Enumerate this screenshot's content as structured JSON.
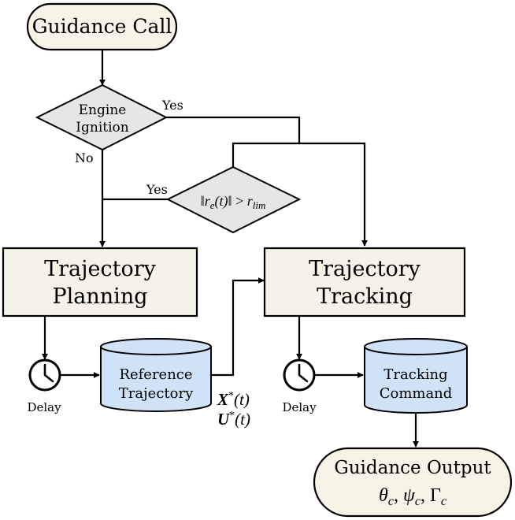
{
  "nodes": {
    "guidance_call": "Guidance Call",
    "engine_ignition_line1": "Engine",
    "engine_ignition_line2": "Ignition",
    "condition": {
      "norm_open": "‖",
      "r": "r",
      "r_sub": "e",
      "t_part": "(t)",
      "norm_close": "‖",
      "gt": " > ",
      "r2": "r",
      "lim_sub": "lim"
    },
    "trajectory_planning_line1": "Trajectory",
    "trajectory_planning_line2": "Planning",
    "trajectory_tracking_line1": "Trajectory",
    "trajectory_tracking_line2": "Tracking",
    "reference_trajectory_line1": "Reference",
    "reference_trajectory_line2": "Trajectory",
    "tracking_command_line1": "Tracking",
    "tracking_command_line2": "Command",
    "guidance_output_line1": "Guidance Output",
    "guidance_output_math": {
      "theta": "θ",
      "psi": "ψ",
      "gamma": "Γ",
      "sub": "c",
      "comma": ", "
    }
  },
  "labels": {
    "yes_engine": "Yes",
    "no_engine": "No",
    "yes_condition": "Yes",
    "delay_left": "Delay",
    "delay_right": "Delay",
    "x_star": "X",
    "u_star": "U",
    "star": "*",
    "t_arg": "(t)"
  },
  "colors": {
    "terminal_fill": "#f7f3e6",
    "decision_fill": "#e6e6e6",
    "process_fill": "#f5f2e8",
    "storage_fill": "#cfe2f7",
    "stroke": "#000000"
  }
}
